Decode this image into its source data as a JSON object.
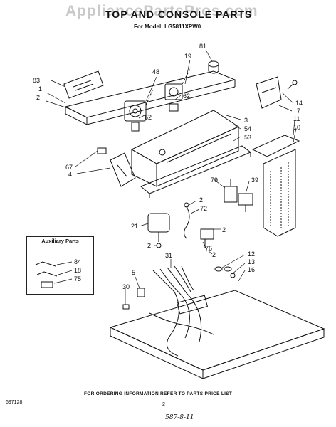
{
  "watermark": "AppliancePartsPros.com",
  "title": "TOP AND CONSOLE PARTS",
  "model_line": "For Model: LG5811XPW0",
  "aux_title": "Auxiliary Parts",
  "footer_text": "FOR ORDERING INFORMATION REFER TO PARTS PRICE LIST",
  "page_number": "2",
  "doc_number": "697128",
  "handwritten": "587-8-11",
  "callouts": {
    "c81": "81",
    "c19": "19",
    "c48": "48",
    "c83": "83",
    "c1": "1",
    "c2a": "2",
    "c62a": "62",
    "c62b": "62",
    "c3": "3",
    "c54": "54",
    "c53": "53",
    "c14": "14",
    "c7": "7",
    "c11": "11",
    "c10": "10",
    "c67": "67",
    "c4": "4",
    "c79": "79",
    "c39": "39",
    "c2b": "2",
    "c72": "72",
    "c21": "21",
    "c2c": "2",
    "c2d": "2",
    "c76": "76",
    "c2e": "2",
    "c31": "31",
    "c12": "12",
    "c13": "13",
    "c16": "16",
    "c5": "5",
    "c30": "30",
    "c84": "84",
    "c18": "18",
    "c75": "75"
  }
}
